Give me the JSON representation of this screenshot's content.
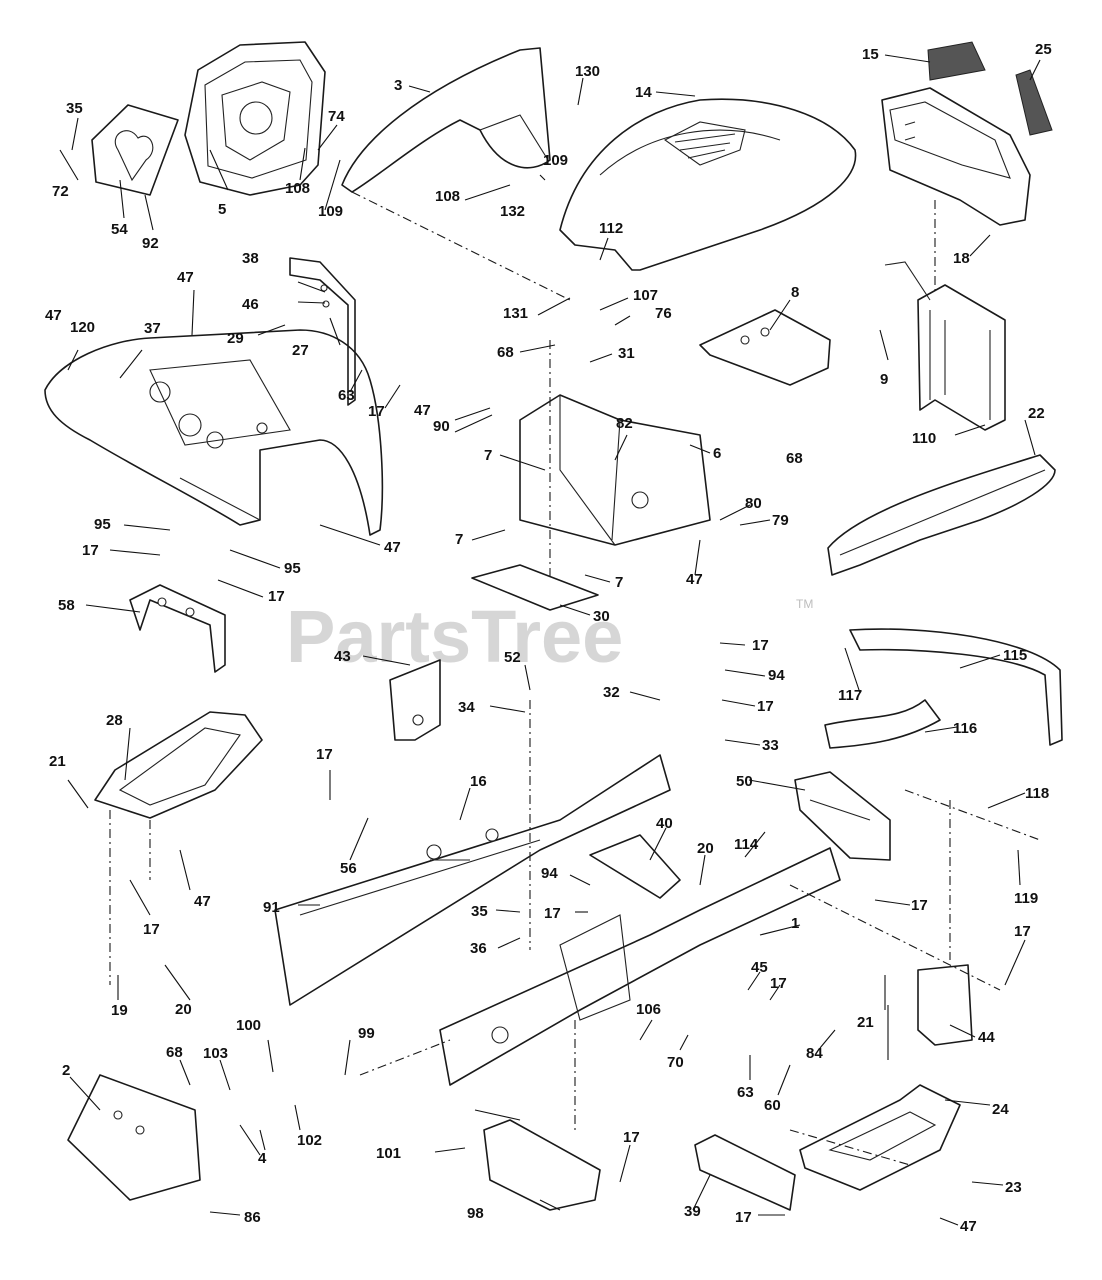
{
  "watermark": {
    "text": "PartsTree",
    "trademark": "TM"
  },
  "callouts": [
    {
      "id": "c1",
      "label": "1"
    },
    {
      "id": "c2",
      "label": "2"
    },
    {
      "id": "c3",
      "label": "3"
    },
    {
      "id": "c4",
      "label": "4"
    },
    {
      "id": "c5",
      "label": "5"
    },
    {
      "id": "c6",
      "label": "6"
    },
    {
      "id": "c7a",
      "label": "7"
    },
    {
      "id": "c7b",
      "label": "7"
    },
    {
      "id": "c7c",
      "label": "7"
    },
    {
      "id": "c8",
      "label": "8"
    },
    {
      "id": "c9",
      "label": "9"
    },
    {
      "id": "c14",
      "label": "14"
    },
    {
      "id": "c15",
      "label": "15"
    },
    {
      "id": "c16",
      "label": "16"
    },
    {
      "id": "c17a",
      "label": "17"
    },
    {
      "id": "c17b",
      "label": "17"
    },
    {
      "id": "c17c",
      "label": "17"
    },
    {
      "id": "c17d",
      "label": "17"
    },
    {
      "id": "c17e",
      "label": "17"
    },
    {
      "id": "c17f",
      "label": "17"
    },
    {
      "id": "c17g",
      "label": "17"
    },
    {
      "id": "c17h",
      "label": "17"
    },
    {
      "id": "c17i",
      "label": "17"
    },
    {
      "id": "c17j",
      "label": "17"
    },
    {
      "id": "c17k",
      "label": "17"
    },
    {
      "id": "c17l",
      "label": "17"
    },
    {
      "id": "c17m",
      "label": "17"
    },
    {
      "id": "c17n",
      "label": "17"
    },
    {
      "id": "c18",
      "label": "18"
    },
    {
      "id": "c19",
      "label": "19"
    },
    {
      "id": "c20a",
      "label": "20"
    },
    {
      "id": "c20b",
      "label": "20"
    },
    {
      "id": "c21a",
      "label": "21"
    },
    {
      "id": "c21b",
      "label": "21"
    },
    {
      "id": "c22",
      "label": "22"
    },
    {
      "id": "c23",
      "label": "23"
    },
    {
      "id": "c24",
      "label": "24"
    },
    {
      "id": "c25",
      "label": "25"
    },
    {
      "id": "c27",
      "label": "27"
    },
    {
      "id": "c28",
      "label": "28"
    },
    {
      "id": "c29",
      "label": "29"
    },
    {
      "id": "c30",
      "label": "30"
    },
    {
      "id": "c31",
      "label": "31"
    },
    {
      "id": "c32",
      "label": "32"
    },
    {
      "id": "c33",
      "label": "33"
    },
    {
      "id": "c34",
      "label": "34"
    },
    {
      "id": "c35a",
      "label": "35"
    },
    {
      "id": "c35b",
      "label": "35"
    },
    {
      "id": "c36",
      "label": "36"
    },
    {
      "id": "c37",
      "label": "37"
    },
    {
      "id": "c38",
      "label": "38"
    },
    {
      "id": "c39",
      "label": "39"
    },
    {
      "id": "c40",
      "label": "40"
    },
    {
      "id": "c43",
      "label": "43"
    },
    {
      "id": "c44",
      "label": "44"
    },
    {
      "id": "c45",
      "label": "45"
    },
    {
      "id": "c46",
      "label": "46"
    },
    {
      "id": "c47a",
      "label": "47"
    },
    {
      "id": "c47b",
      "label": "47"
    },
    {
      "id": "c47c",
      "label": "47"
    },
    {
      "id": "c47d",
      "label": "47"
    },
    {
      "id": "c47e",
      "label": "47"
    },
    {
      "id": "c47f",
      "label": "47"
    },
    {
      "id": "c47g",
      "label": "47"
    },
    {
      "id": "c50",
      "label": "50"
    },
    {
      "id": "c52",
      "label": "52"
    },
    {
      "id": "c54",
      "label": "54"
    },
    {
      "id": "c56",
      "label": "56"
    },
    {
      "id": "c58",
      "label": "58"
    },
    {
      "id": "c60",
      "label": "60"
    },
    {
      "id": "c63a",
      "label": "63"
    },
    {
      "id": "c63b",
      "label": "63"
    },
    {
      "id": "c68a",
      "label": "68"
    },
    {
      "id": "c68b",
      "label": "68"
    },
    {
      "id": "c68c",
      "label": "68"
    },
    {
      "id": "c70",
      "label": "70"
    },
    {
      "id": "c72",
      "label": "72"
    },
    {
      "id": "c74",
      "label": "74"
    },
    {
      "id": "c76",
      "label": "76"
    },
    {
      "id": "c79",
      "label": "79"
    },
    {
      "id": "c80",
      "label": "80"
    },
    {
      "id": "c82",
      "label": "82"
    },
    {
      "id": "c84",
      "label": "84"
    },
    {
      "id": "c86",
      "label": "86"
    },
    {
      "id": "c90",
      "label": "90"
    },
    {
      "id": "c91",
      "label": "91"
    },
    {
      "id": "c92",
      "label": "92"
    },
    {
      "id": "c94a",
      "label": "94"
    },
    {
      "id": "c94b",
      "label": "94"
    },
    {
      "id": "c95a",
      "label": "95"
    },
    {
      "id": "c95b",
      "label": "95"
    },
    {
      "id": "c98",
      "label": "98"
    },
    {
      "id": "c99",
      "label": "99"
    },
    {
      "id": "c100",
      "label": "100"
    },
    {
      "id": "c101",
      "label": "101"
    },
    {
      "id": "c102",
      "label": "102"
    },
    {
      "id": "c103",
      "label": "103"
    },
    {
      "id": "c106",
      "label": "106"
    },
    {
      "id": "c107",
      "label": "107"
    },
    {
      "id": "c108a",
      "label": "108"
    },
    {
      "id": "c108b",
      "label": "108"
    },
    {
      "id": "c109a",
      "label": "109"
    },
    {
      "id": "c109b",
      "label": "109"
    },
    {
      "id": "c110",
      "label": "110"
    },
    {
      "id": "c112",
      "label": "112"
    },
    {
      "id": "c114",
      "label": "114"
    },
    {
      "id": "c115",
      "label": "115"
    },
    {
      "id": "c116",
      "label": "116"
    },
    {
      "id": "c117",
      "label": "117"
    },
    {
      "id": "c118",
      "label": "118"
    },
    {
      "id": "c119",
      "label": "119"
    },
    {
      "id": "c120",
      "label": "120"
    },
    {
      "id": "c130",
      "label": "130"
    },
    {
      "id": "c131",
      "label": "131"
    },
    {
      "id": "c132",
      "label": "132"
    }
  ]
}
